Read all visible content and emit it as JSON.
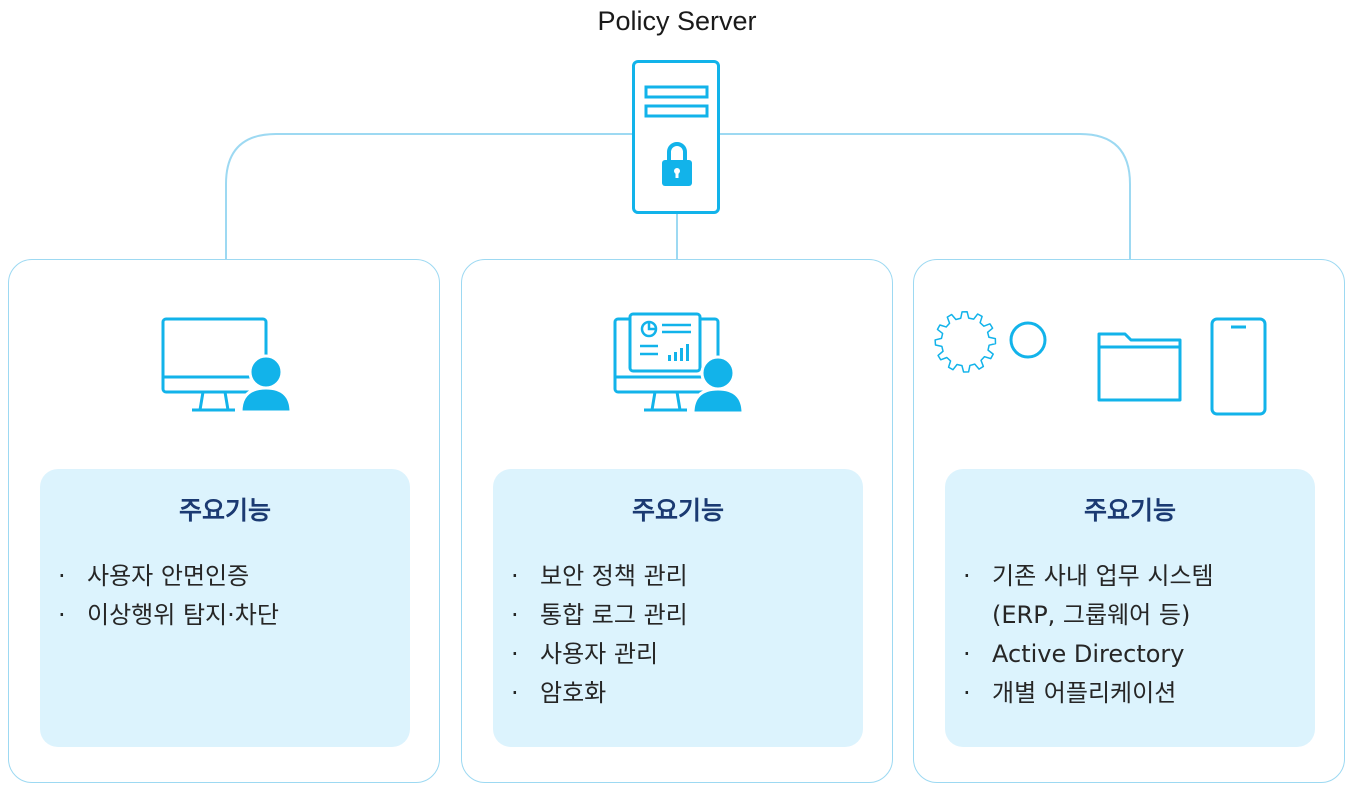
{
  "title": "Policy Server",
  "colors": {
    "accent": "#12b3ea",
    "line": "#9dd9f2",
    "panel": "#dcf3fd",
    "heading": "#1b3a72"
  },
  "server": {
    "icon": "server-lock-icon"
  },
  "cards": [
    {
      "icons": [
        "monitor-user-icon"
      ],
      "heading": "주요기능",
      "bullet": "·",
      "items": [
        "사용자 안면인증",
        "이상행위 탐지·차단"
      ]
    },
    {
      "icons": [
        "dashboard-monitor-user-icon"
      ],
      "heading": "주요기능",
      "bullet": "·",
      "items": [
        "보안 정책 관리",
        "통합 로그 관리",
        "사용자 관리",
        "암호화"
      ]
    },
    {
      "icons": [
        "gear-icon",
        "folder-icon",
        "smartphone-icon"
      ],
      "heading": "주요기능",
      "bullet": "·",
      "items": [
        "기존 사내 업무 시스템\n(ERP, 그룹웨어 등)",
        "Active Directory",
        "개별 어플리케이션"
      ]
    }
  ]
}
